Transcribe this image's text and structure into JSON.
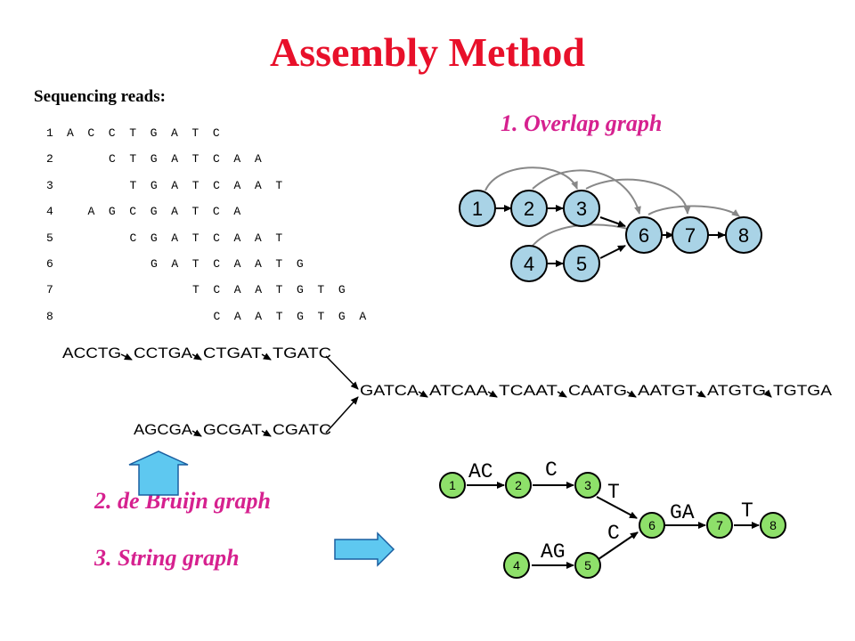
{
  "title": "Assembly Method",
  "subtitle": "Sequencing reads:",
  "reads": [
    {
      "id": "1",
      "bases": "A C C T G A T C",
      "offset": 0
    },
    {
      "id": "2",
      "bases": "C T G A T C A A",
      "offset": 2
    },
    {
      "id": "3",
      "bases": "T G A T C A A T",
      "offset": 3
    },
    {
      "id": "4",
      "bases": "A G C G A T C A",
      "offset": 1
    },
    {
      "id": "5",
      "bases": "C G A T C A A T",
      "offset": 3
    },
    {
      "id": "6",
      "bases": "G A T C A A T G",
      "offset": 4
    },
    {
      "id": "7",
      "bases": "T C A A T G T G",
      "offset": 6
    },
    {
      "id": "8",
      "bases": "C A A T G T G A",
      "offset": 7
    }
  ],
  "methods": {
    "overlap": "1. Overlap graph",
    "debruijn": "2. de Bruijn graph",
    "string": "3. String graph"
  },
  "overlap_graph": {
    "nodes": [
      "1",
      "2",
      "3",
      "4",
      "5",
      "6",
      "7",
      "8"
    ],
    "node_color": "#a9d3e6"
  },
  "debruijn_chain": {
    "top": [
      "ACCTG",
      "CCTGA",
      "CTGAT",
      "TGATC"
    ],
    "bottom": [
      "AGCGA",
      "GCGAT",
      "CGATC"
    ],
    "merged": [
      "GATCA",
      "ATCAA",
      "TCAAT",
      "CAATG",
      "AATGT",
      "ATGTG",
      "TGTGA"
    ]
  },
  "string_graph": {
    "nodes": [
      "1",
      "2",
      "3",
      "4",
      "5",
      "6",
      "7",
      "8"
    ],
    "edge_labels": {
      "e12": "AC",
      "e23": "C",
      "e36": "T",
      "e56": "C",
      "e45": "AG",
      "e67": "GA",
      "e78": "T"
    },
    "node_color": "#8ee06a"
  },
  "colors": {
    "title": "#e8102a",
    "method_label": "#d6218f",
    "arrow_fill": "#5ec8f0"
  }
}
